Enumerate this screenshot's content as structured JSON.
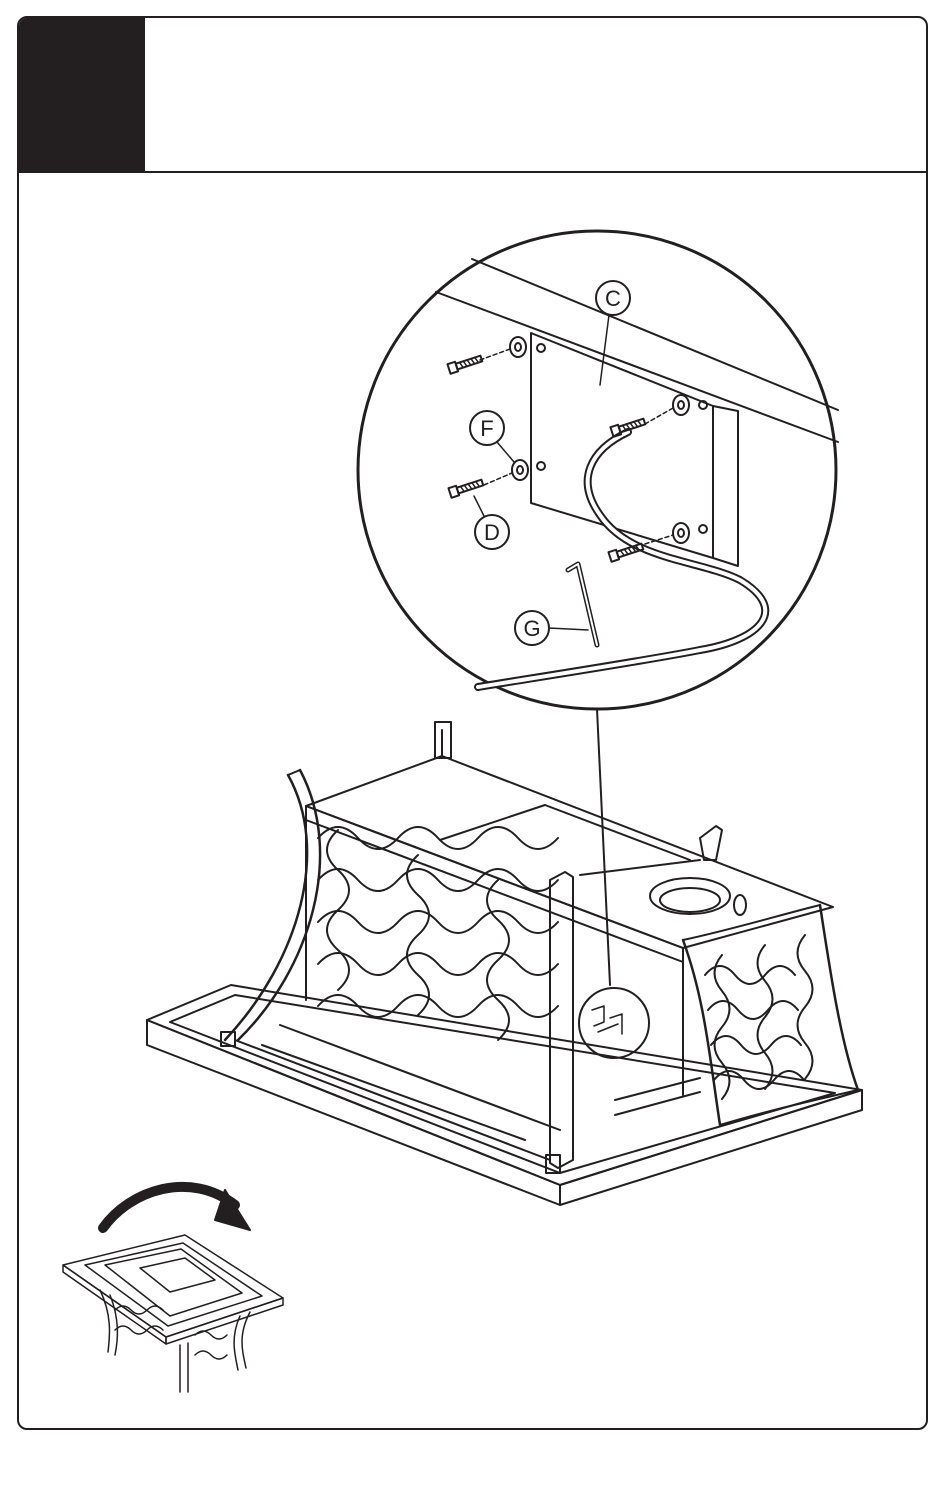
{
  "step": {
    "number": "",
    "instruction": ""
  },
  "colors": {
    "ink": "#231f20",
    "paper": "#ffffff"
  },
  "callouts": {
    "c": "C",
    "f": "F",
    "d": "D",
    "g": "G"
  },
  "icons": [
    "flip-arrow-icon",
    "table-upright-thumbnail-icon"
  ]
}
